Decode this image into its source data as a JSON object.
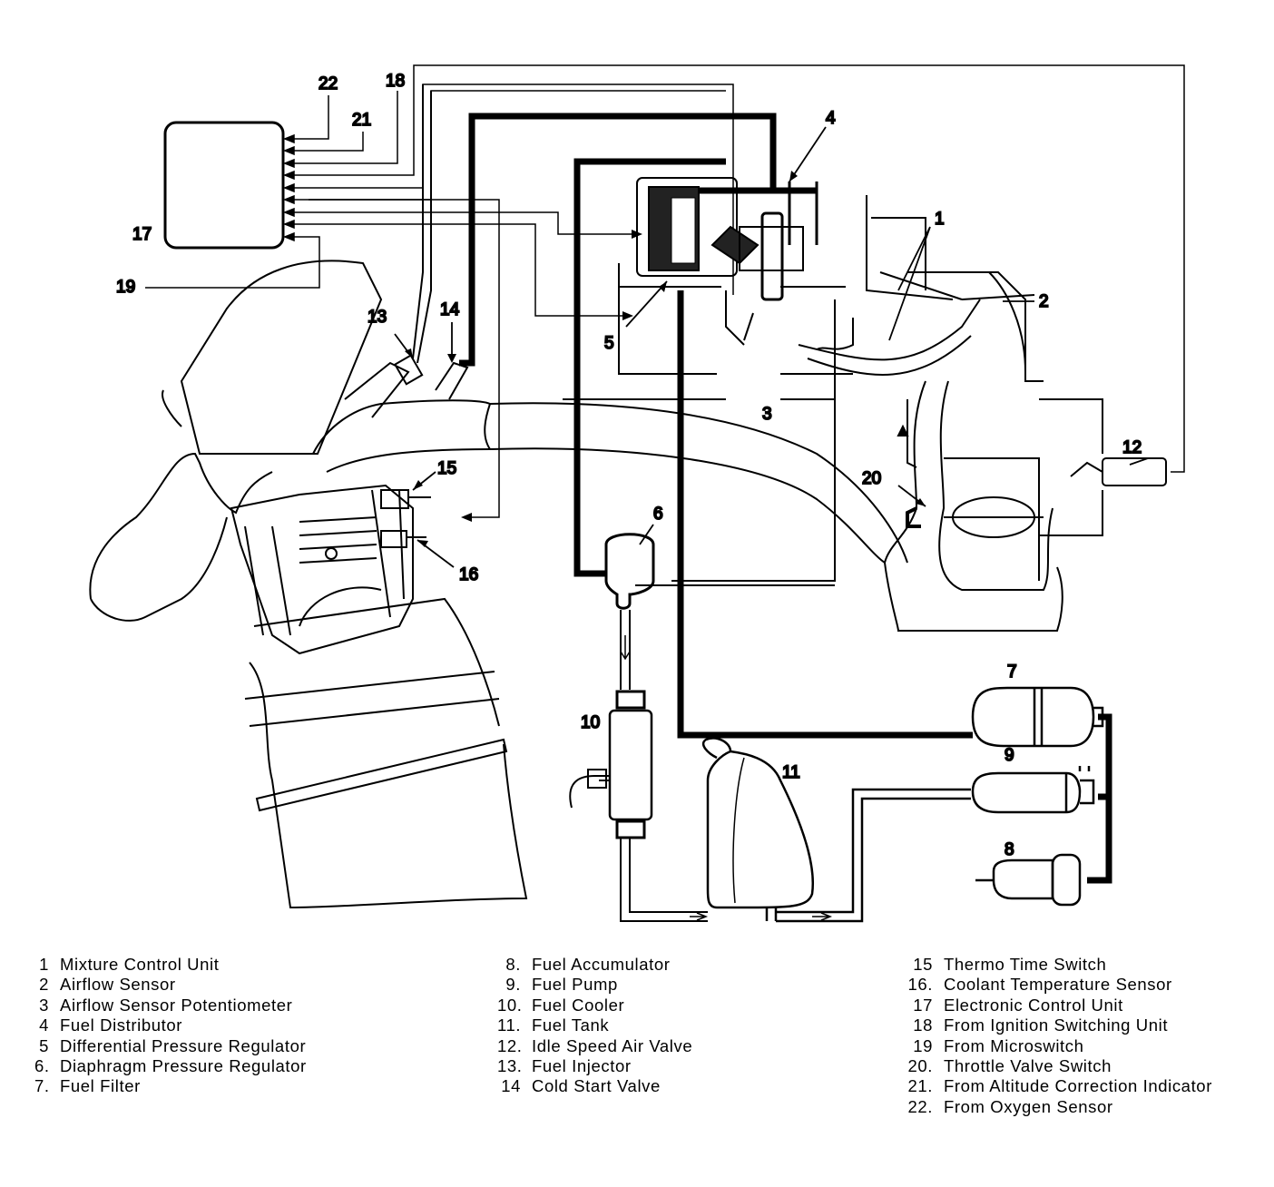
{
  "callouts": {
    "c1": "1",
    "c2": "2",
    "c3": "3",
    "c4": "4",
    "c5": "5",
    "c6": "6",
    "c7": "7",
    "c8": "8",
    "c9": "9",
    "c10": "10",
    "c11": "11",
    "c12": "12",
    "c13": "13",
    "c14": "14",
    "c15": "15",
    "c16": "16",
    "c17": "17",
    "c18": "18",
    "c19": "19",
    "c20": "20",
    "c21": "21",
    "c22": "22"
  },
  "legend": {
    "column1": [
      {
        "num": "1",
        "label": "Mixture Control Unit"
      },
      {
        "num": "2",
        "label": "Airflow Sensor"
      },
      {
        "num": "3",
        "label": "Airflow Sensor Potentiometer"
      },
      {
        "num": "4",
        "label": "Fuel Distributor"
      },
      {
        "num": "5",
        "label": "Differential Pressure Regulator"
      },
      {
        "num": "6.",
        "label": "Diaphragm Pressure Regulator"
      },
      {
        "num": "7.",
        "label": "Fuel Filter"
      }
    ],
    "column2": [
      {
        "num": "8.",
        "label": "Fuel Accumulator"
      },
      {
        "num": "9.",
        "label": "Fuel Pump"
      },
      {
        "num": "10.",
        "label": "Fuel Cooler"
      },
      {
        "num": "11.",
        "label": "Fuel Tank"
      },
      {
        "num": "12.",
        "label": "Idle Speed Air Valve"
      },
      {
        "num": "13.",
        "label": "Fuel Injector"
      },
      {
        "num": "14",
        "label": "Cold Start Valve"
      }
    ],
    "column3": [
      {
        "num": "15",
        "label": "Thermo Time Switch"
      },
      {
        "num": "16.",
        "label": "Coolant Temperature Sensor"
      },
      {
        "num": "17",
        "label": "Electronic Control Unit"
      },
      {
        "num": "18",
        "label": "From Ignition Switching Unit"
      },
      {
        "num": "19",
        "label": "From Microswitch"
      },
      {
        "num": "20.",
        "label": "Throttle Valve Switch"
      },
      {
        "num": "21.",
        "label": "From Altitude Correction Indicator"
      },
      {
        "num": "22.",
        "label": "From Oxygen Sensor"
      }
    ]
  }
}
